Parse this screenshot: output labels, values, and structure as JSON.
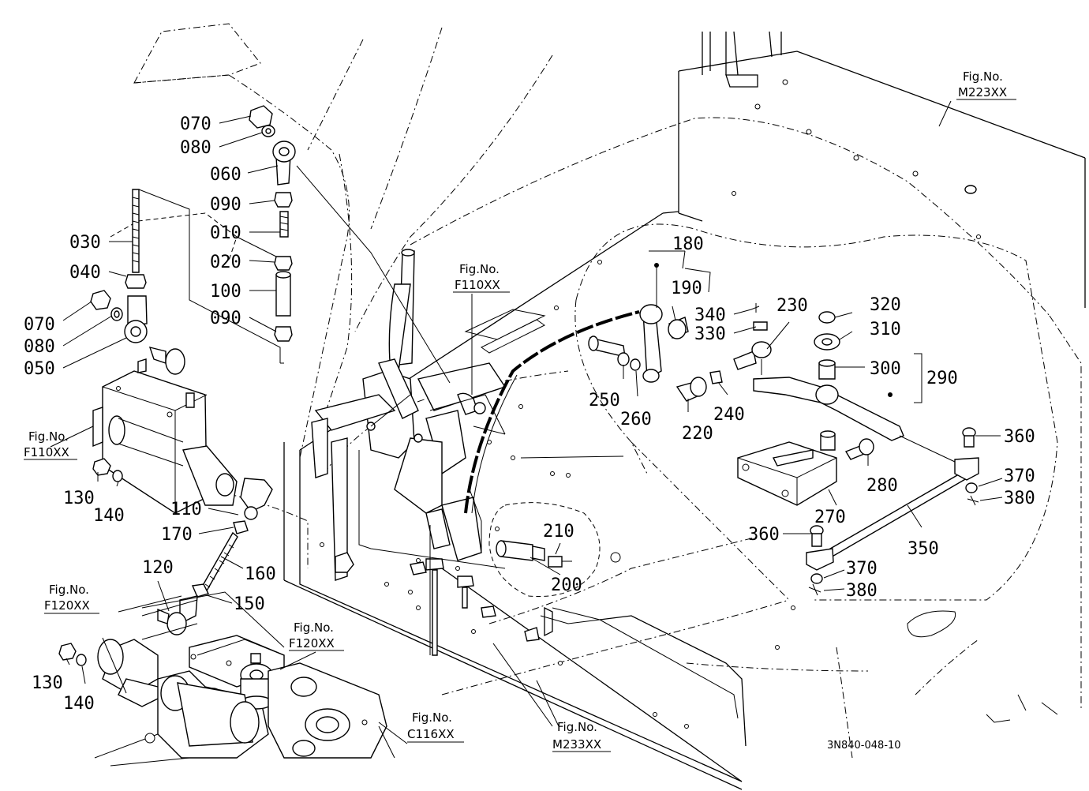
{
  "labels": [
    {
      "text": "070"
    },
    {
      "text": "080"
    },
    {
      "text": "060"
    },
    {
      "text": "090"
    },
    {
      "text": "010"
    },
    {
      "text": "020"
    },
    {
      "text": "100"
    },
    {
      "text": "090"
    },
    {
      "text": "030"
    },
    {
      "text": "040"
    },
    {
      "text": "070"
    },
    {
      "text": "080"
    },
    {
      "text": "050"
    },
    {
      "text": "130"
    },
    {
      "text": "140"
    },
    {
      "text": "110"
    },
    {
      "text": "170"
    },
    {
      "text": "160"
    },
    {
      "text": "120"
    },
    {
      "text": "150"
    },
    {
      "text": "130"
    },
    {
      "text": "140"
    },
    {
      "text": "180"
    },
    {
      "text": "190"
    },
    {
      "text": "340"
    },
    {
      "text": "330"
    },
    {
      "text": "230"
    },
    {
      "text": "320"
    },
    {
      "text": "310"
    },
    {
      "text": "300"
    },
    {
      "text": "290"
    },
    {
      "text": "250"
    },
    {
      "text": "260"
    },
    {
      "text": "220"
    },
    {
      "text": "240"
    },
    {
      "text": "280"
    },
    {
      "text": "270"
    },
    {
      "text": "360"
    },
    {
      "text": "370"
    },
    {
      "text": "380"
    },
    {
      "text": "350"
    },
    {
      "text": "360"
    },
    {
      "text": "370"
    },
    {
      "text": "380"
    },
    {
      "text": "210"
    },
    {
      "text": "200"
    }
  ],
  "fig_refs": [
    {
      "line1": "Fig.No.",
      "line2": "M223XX"
    },
    {
      "line1": "Fig.No.",
      "line2": "F110XX"
    },
    {
      "line1": "Fig.No.",
      "line2": "F110XX"
    },
    {
      "line1": "Fig.No.",
      "line2": "F120XX"
    },
    {
      "line1": "Fig.No.",
      "line2": "F120XX"
    },
    {
      "line1": "Fig.No.",
      "line2": "C116XX"
    },
    {
      "line1": "Fig.No.",
      "line2": "M233XX"
    }
  ],
  "drawing_code": "3N840-048-10"
}
